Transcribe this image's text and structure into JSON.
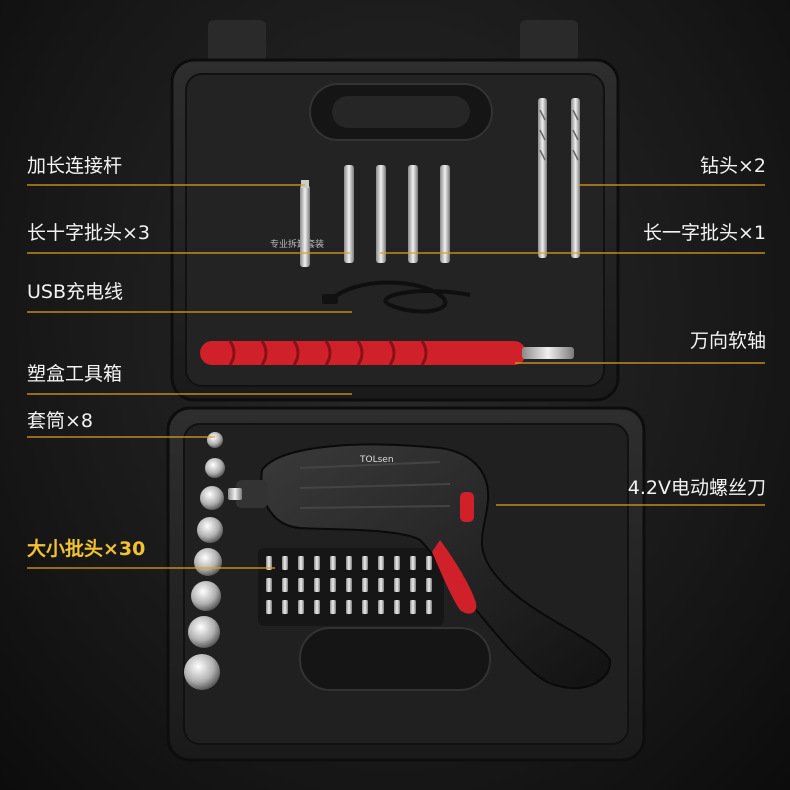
{
  "labels": {
    "extension_rod": "加长连接杆",
    "long_phillips_bits": "长十字批头×3",
    "usb_cable": "USB充电线",
    "plastic_case": "塑盒工具箱",
    "sockets": "套筒×8",
    "bits_set": "大小批头×30",
    "drill_bits": "钻头×2",
    "long_flat_bit": "长一字批头×1",
    "flex_shaft": "万向软轴",
    "screwdriver": "4.2V电动螺丝刀"
  },
  "product_markings": {
    "tray_label": "专业拆卸套装",
    "brand": "TOLsen"
  },
  "colors": {
    "accent_red": "#d0202a",
    "gold_label": "#f2c230",
    "leader_line": "#e0a020"
  }
}
